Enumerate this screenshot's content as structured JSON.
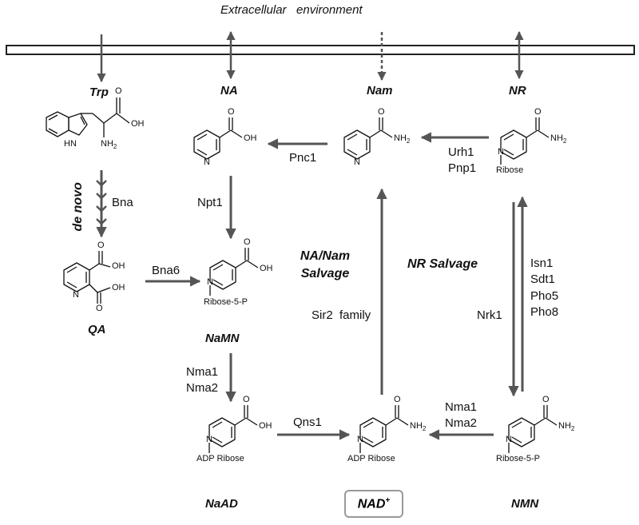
{
  "title": "Extracellular   environment",
  "nodes": {
    "trp": "Trp",
    "na": "NA",
    "nam": "Nam",
    "nr": "NR",
    "qa": "QA",
    "namn": "NaMN",
    "naad": "NaAD",
    "nad": "NAD+",
    "nmn": "NMN"
  },
  "pathways": {
    "de_novo": "de novo",
    "na_nam_salvage_1": "NA/Nam",
    "na_nam_salvage_2": "Salvage",
    "nr_salvage": "NR Salvage"
  },
  "enzymes": {
    "bna": "Bna",
    "bna6": "Bna6",
    "pnc1": "Pnc1",
    "npt1": "Npt1",
    "urh1": "Urh1",
    "pnp1": "Pnp1",
    "isn1": "Isn1",
    "sdt1": "Sdt1",
    "pho5": "Pho5",
    "pho8": "Pho8",
    "nrk1": "Nrk1",
    "sir2": "Sir2  family",
    "nma1_left": "Nma1",
    "nma2_left": "Nma2",
    "nma1_right": "Nma1",
    "nma2_right": "Nma2",
    "qns1": "Qns1"
  },
  "molecule_labels": {
    "oh": "OH",
    "nh2": "NH",
    "sub2": "2",
    "h_n": "H",
    "n": "N",
    "o": "O",
    "ribose": "Ribose",
    "ribose_5_p": "Ribose-5-P",
    "adp_ribose": "ADP Ribose"
  },
  "colors": {
    "arrow": "#555555",
    "bond": "#111111",
    "box": "#999999"
  }
}
